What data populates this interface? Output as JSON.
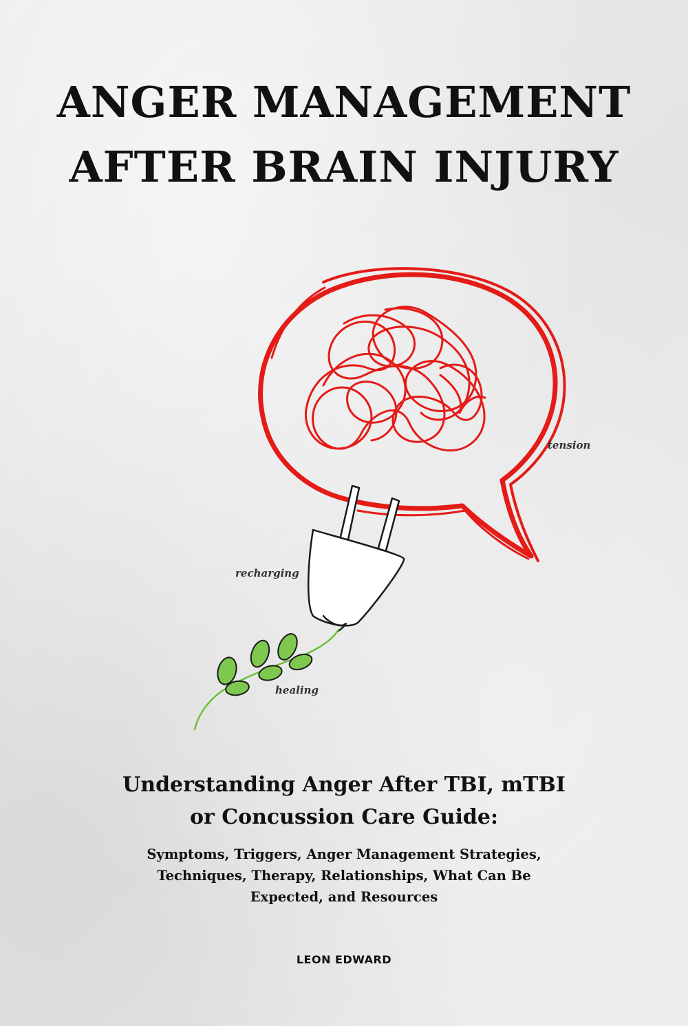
{
  "cover": {
    "title_line_1": "ANGER MANAGEMENT",
    "title_line_2": "AFTER BRAIN INJURY",
    "illustration_labels": {
      "tension": "tension",
      "recharging": "recharging",
      "healing": "healing"
    },
    "subtitle_line_1": "Understanding Anger After TBI, mTBI",
    "subtitle_line_2": "or Concussion Care Guide:",
    "description_line_1": "Symptoms, Triggers, Anger Management Strategies,",
    "description_line_2": "Techniques, Therapy, Relationships, What Can Be",
    "description_line_3": "Expected, and Resources",
    "author": "LEON EDWARD"
  },
  "colors": {
    "background": "#e9e9e9",
    "text": "#111111",
    "bubble_red": "#e41b17",
    "leaf_green": "#6cbf3a"
  },
  "icons": [
    "speech-bubble-icon",
    "tangled-scribble-icon",
    "plug-icon",
    "sprout-icon"
  ]
}
